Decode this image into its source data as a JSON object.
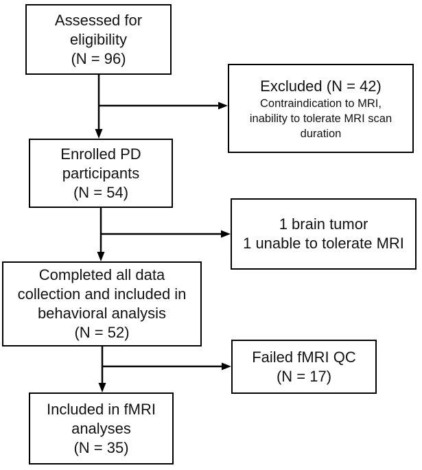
{
  "flowchart": {
    "boxes": {
      "assessed": {
        "text": "Assessed for\neligibility\n(N = 96)",
        "n": 96
      },
      "excluded": {
        "title": "Excluded (N = 42)",
        "detail": "Contraindication to MRI,\ninability to tolerate MRI scan\nduration",
        "n": 42
      },
      "enrolled": {
        "text": "Enrolled PD\nparticipants\n(N = 54)",
        "n": 54
      },
      "excluded_after_enrollment": {
        "text": "1 brain tumor\n1 unable to tolerate MRI"
      },
      "completed": {
        "text": "Completed all data\ncollection and included in\nbehavioral analysis\n(N = 52)",
        "n": 52
      },
      "failed_qc": {
        "text": "Failed fMRI QC\n(N = 17)",
        "n": 17
      },
      "included": {
        "text": "Included in fMRI\nanalyses\n(N = 35)",
        "n": 35
      }
    },
    "colors": {
      "box_border": "#000000",
      "box_fill": "#ffffff",
      "text": "#111111",
      "background": "#ffffff"
    }
  }
}
